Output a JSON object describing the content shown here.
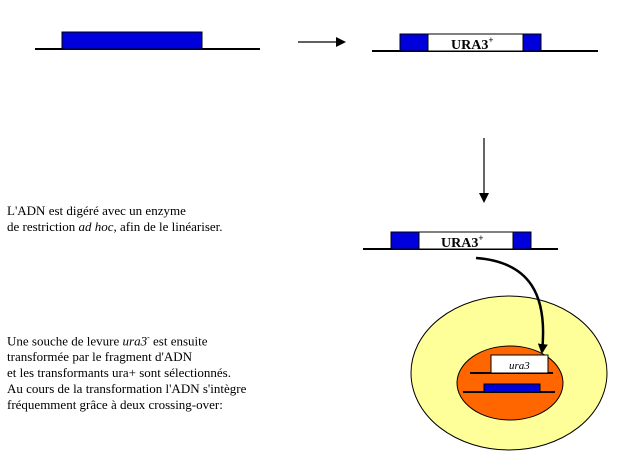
{
  "colors": {
    "dna_blue": "#0000dd",
    "line": "#000000",
    "cell_outer": "#ffff99",
    "cell_nucleus": "#ff6600",
    "insert_fill": "#ffffff"
  },
  "labels": {
    "ura3_plus_1": "URA3",
    "ura3_plus_1_sup": "+",
    "ura3_plus_2": "URA3",
    "ura3_plus_2_sup": "+",
    "ura3_chrom": "ura3"
  },
  "text1": {
    "line1": "L'ADN est digéré avec un enzyme",
    "line2_pre": "de restriction ",
    "line2_italic": "ad hoc",
    "line2_post": ", afin de le linéariser."
  },
  "text2": {
    "line1_pre": "Une souche de levure ",
    "line1_italic": "ura3",
    "line1_sup": "-",
    "line1_post": " est ensuite",
    "line2": "transformée par le fragment d'ADN",
    "line3": "et les transformants ura+ sont sélectionnés.",
    "line4": "Au cours de la transformation l'ADN s'intègre",
    "line5": "fréquemment grâce à deux crossing-over:"
  }
}
